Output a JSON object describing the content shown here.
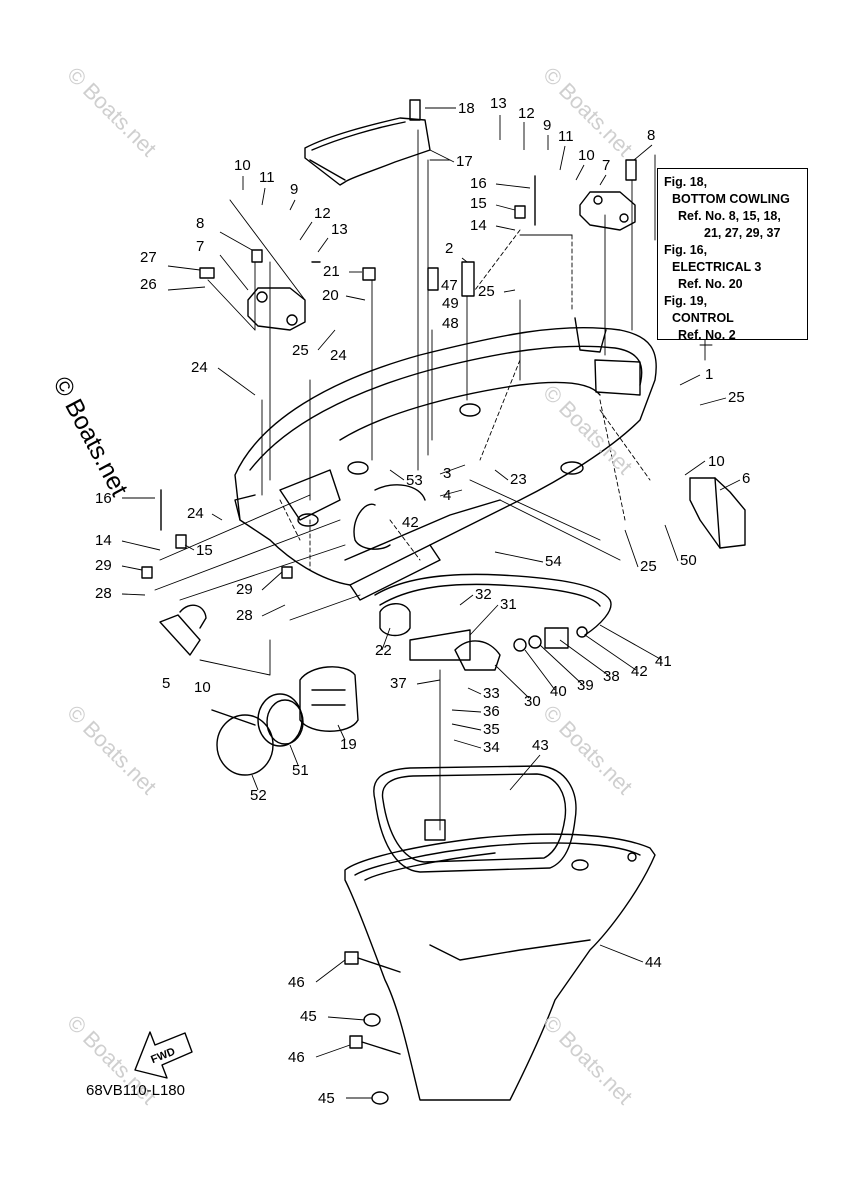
{
  "watermark": "© Boats.net",
  "diagram_code": "68VB110-L180",
  "fwd_label": "FWD",
  "reference_box": {
    "lines": [
      "Fig. 18,",
      "BOTTOM COWLING",
      "Ref. No. 8, 15, 18,",
      "21, 27, 29, 37",
      "Fig. 16,",
      "ELECTRICAL 3",
      "Ref. No. 20",
      "Fig. 19,",
      "CONTROL",
      "Ref. No. 2"
    ]
  },
  "callouts": [
    "18",
    "13",
    "12",
    "9",
    "11",
    "10",
    "7",
    "8",
    "17",
    "10",
    "11",
    "9",
    "12",
    "13",
    "8",
    "7",
    "27",
    "26",
    "16",
    "15",
    "14",
    "21",
    "2",
    "47",
    "20",
    "49",
    "48",
    "25",
    "25",
    "24",
    "24",
    "1",
    "25",
    "10",
    "6",
    "16",
    "24",
    "14",
    "15",
    "29",
    "28",
    "29",
    "28",
    "5",
    "10",
    "53",
    "3",
    "23",
    "4",
    "42",
    "54",
    "25",
    "50",
    "32",
    "31",
    "22",
    "37",
    "33",
    "36",
    "35",
    "34",
    "30",
    "40",
    "39",
    "38",
    "42",
    "41",
    "19",
    "51",
    "52",
    "43",
    "44",
    "46",
    "45",
    "46",
    "45"
  ]
}
